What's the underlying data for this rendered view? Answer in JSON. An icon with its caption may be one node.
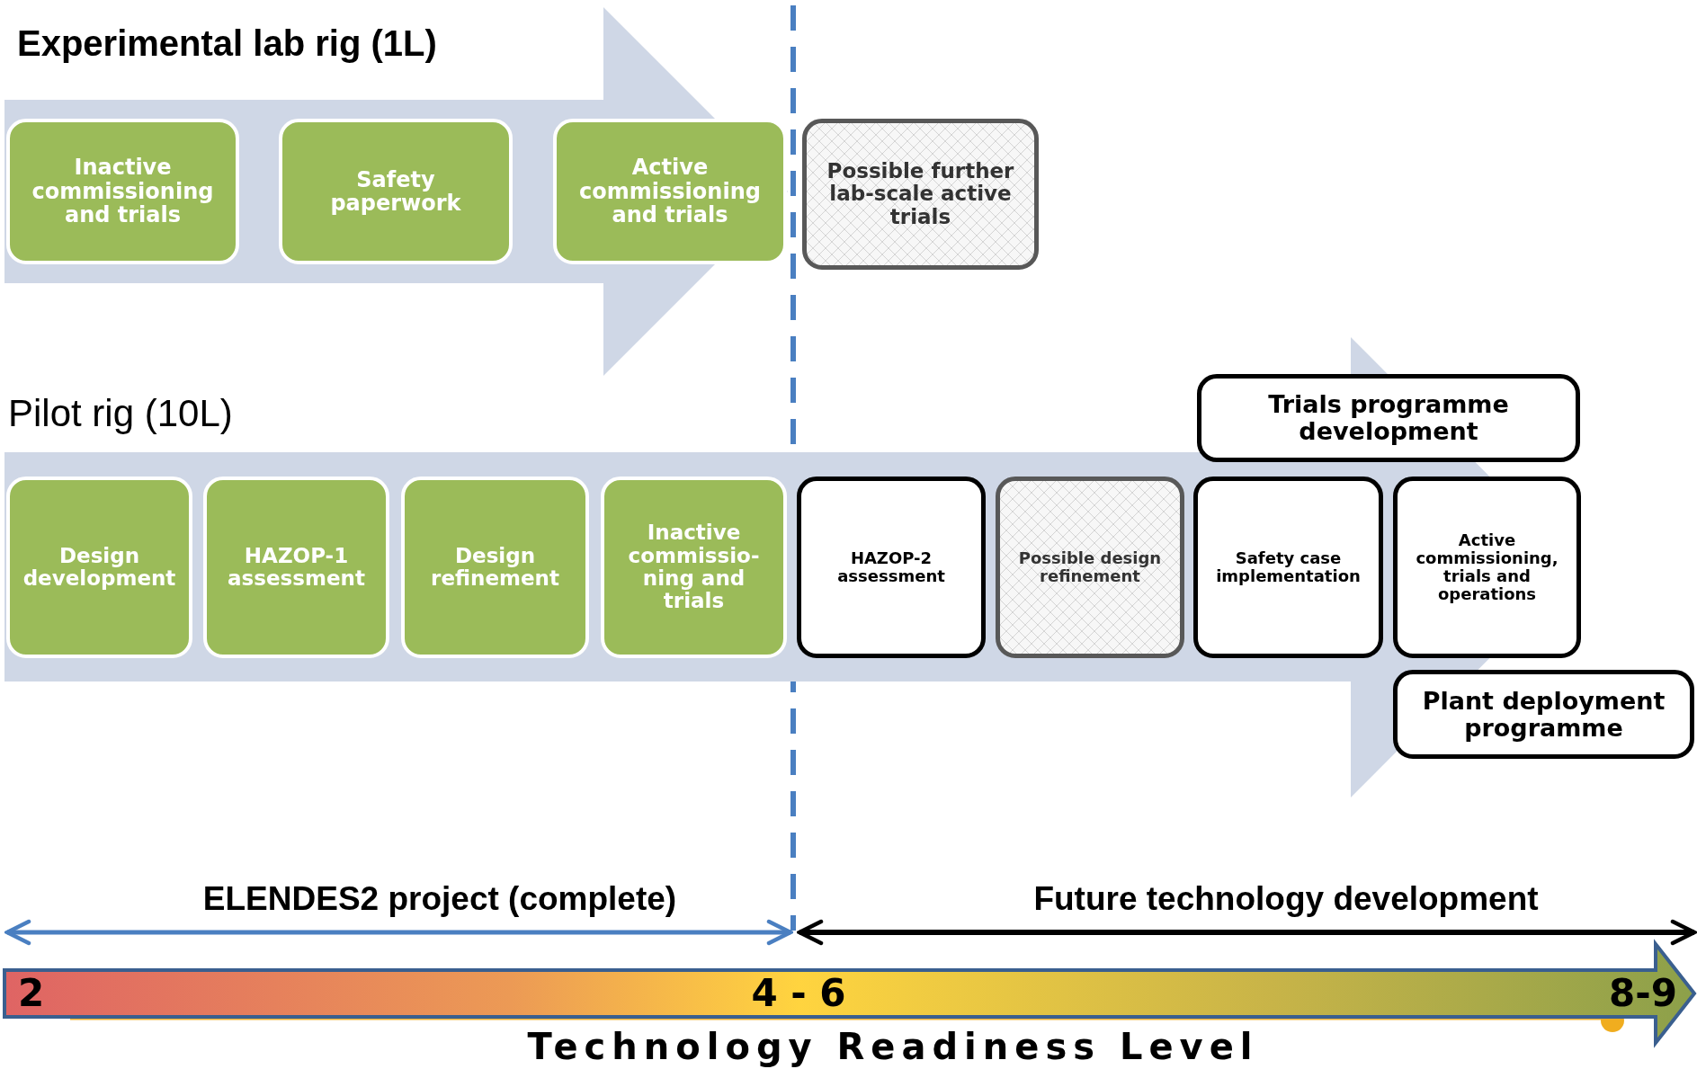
{
  "diagram": {
    "nodes": [
      {
        "text": [
          "Experimental lab rig (1L)"
        ]
      },
      {
        "text": [
          "Inactive commissioning and trials"
        ],
        "in": 0
      },
      {
        "text": [
          "Safety paperwork"
        ],
        "in": 0
      },
      {
        "text": [
          "Active commissioning and trials"
        ],
        "in": 0
      },
      {
        "text": [
          "Possible further lab-scale active trials"
        ]
      },
      {
        "text": [
          "Pilot rig (10L)"
        ]
      },
      {
        "text": [
          "Design development"
        ],
        "in": 5
      },
      {
        "text": [
          "HAZOP-1 assessment"
        ],
        "in": 5
      },
      {
        "text": [
          "Design refinement"
        ],
        "in": 5
      },
      {
        "text": [
          "Inactive commissio-ning and trials"
        ],
        "in": 5
      },
      {
        "text": [
          "HAZOP-2 assessment"
        ],
        "in": 5
      },
      {
        "text": [
          "Possible design refinement"
        ],
        "in": 5
      },
      {
        "text": [
          "Trials programme development"
        ],
        "in": 5
      },
      {
        "text": [
          "Safety case implementation"
        ],
        "in": 5
      },
      {
        "text": [
          "Active commissioning, trials and operations"
        ],
        "in": 5
      },
      {
        "text": [
          "Plant deployment programme"
        ]
      }
    ],
    "labels": [
      "ELENDES2 project (complete)",
      "Future technology development",
      "2",
      "4 - 6",
      "8-9",
      "Technology Readiness Level"
    ]
  }
}
